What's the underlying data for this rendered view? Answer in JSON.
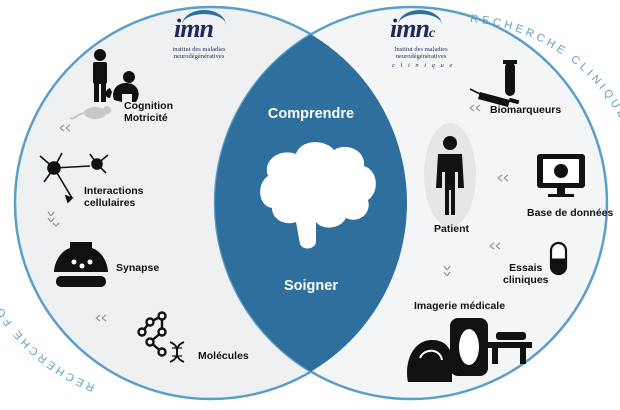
{
  "logos": {
    "left": {
      "mark": "imn",
      "line1": "institut des maladies",
      "line2": "neurodégénératives"
    },
    "right": {
      "mark": "imn",
      "suffix": "c",
      "line1": "Institut des maladies",
      "line2": "neurodégénératives",
      "line3": "c l i n i q u e"
    }
  },
  "arcs": {
    "left": "RECHERCHE FONDAMENTALE",
    "right": "RECHERCHE CLINIQUE"
  },
  "center": {
    "top": "Comprendre",
    "bottom": "Soigner",
    "icon": "brain-icon"
  },
  "left_items": [
    {
      "label1": "Cognition",
      "label2": "Motricité",
      "icon": "human-monkey-rat-icon"
    },
    {
      "label1": "Interactions",
      "label2": "cellulaires",
      "icon": "neurons-icon"
    },
    {
      "label1": "Synapse",
      "label2": "",
      "icon": "synapse-icon"
    },
    {
      "label1": "Molécules",
      "label2": "",
      "icon": "molecule-dna-icon"
    }
  ],
  "right_items": [
    {
      "label1": "Biomarqueurs",
      "label2": "",
      "icon": "test-tube-syringe-icon"
    },
    {
      "label1": "Patient",
      "label2": "",
      "icon": "patient-icon"
    },
    {
      "label1": "Base de données",
      "label2": "",
      "icon": "monitor-icon"
    },
    {
      "label1": "Essais",
      "label2": "cliniques",
      "icon": "capsule-icon"
    },
    {
      "label1": "Imagerie médicale",
      "label2": "",
      "icon": "mri-scanner-icon"
    }
  ],
  "colors": {
    "circle_stroke": "#5b9fc7",
    "lens_fill": "#2f6f9e",
    "left_fill": "#eef0f2",
    "right_fill": "#f4f5f6",
    "patient_halo": "#e6e6e6",
    "icon": "#111111",
    "arrows": "#9a9a9a"
  }
}
